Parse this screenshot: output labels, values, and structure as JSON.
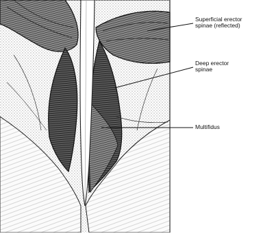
{
  "diagram": {
    "labels": [
      {
        "id": "superficial",
        "lines": [
          "Superficial erector",
          "spinae (reflected)"
        ]
      },
      {
        "id": "deep",
        "lines": [
          "Deep erector",
          "spinae"
        ]
      },
      {
        "id": "multifidus",
        "lines": [
          "Multifidus"
        ]
      }
    ]
  }
}
